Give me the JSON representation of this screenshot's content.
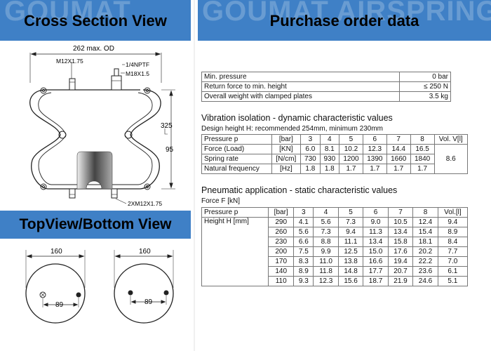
{
  "banners": {
    "cross_section": {
      "watermark": "GOUMAT",
      "title": "Cross Section View"
    },
    "purchase": {
      "watermark": "GOUMAT AIRSPRING",
      "title": "Purchase order data"
    },
    "top_view": {
      "title": "TopView/Bottom View"
    }
  },
  "cross_section": {
    "od_label": "262 max. OD",
    "bolt_top": "M12X1.75",
    "port": "1/4NPTF",
    "bolt_m18": "M18X1.5",
    "height_max": "325",
    "height_min": "95",
    "bolts_bottom": "2XM12X1.75"
  },
  "top_views": [
    {
      "diameter": "160",
      "spacing": "89"
    },
    {
      "diameter": "160",
      "spacing": "89"
    }
  ],
  "basic_table": [
    {
      "label": "Min. pressure",
      "value": "0 bar"
    },
    {
      "label": "Return force to min. height",
      "value": "≤ 250 N"
    },
    {
      "label": "Overall weight with clamped plates",
      "value": "3.5 kg"
    }
  ],
  "vibration": {
    "title": "Vibration isolation - dynamic characteristic values",
    "subtitle": "Design height H: recommended 254mm, minimum 230mm",
    "header": {
      "label": "Pressure p",
      "unit": "[bar]",
      "cols": [
        "3",
        "4",
        "5",
        "6",
        "7",
        "8"
      ],
      "vol": "Vol. V[l]"
    },
    "rows": [
      {
        "label": "Force (Load)",
        "unit": "[KN]",
        "values": [
          "6.0",
          "8.1",
          "10.2",
          "12.3",
          "14.4",
          "16.5"
        ]
      },
      {
        "label": "Spring rate",
        "unit": "[N/cm]",
        "values": [
          "730",
          "930",
          "1200",
          "1390",
          "1660",
          "1840"
        ]
      },
      {
        "label": "Natural frequency",
        "unit": "[Hz]",
        "values": [
          "1.8",
          "1.8",
          "1.7",
          "1.7",
          "1.7",
          "1.7"
        ]
      }
    ],
    "vol_value": "8.6"
  },
  "pneumatic": {
    "title": "Pneumatic application - static characteristic values",
    "subtitle": "Force F [kN]",
    "header": {
      "label": "Pressure p",
      "unit": "[bar]",
      "cols": [
        "3",
        "4",
        "5",
        "6",
        "7",
        "8"
      ],
      "vol": "Vol.[l]"
    },
    "row_label": "Height H [mm]",
    "rows": [
      {
        "height": "290",
        "values": [
          "4.1",
          "5.6",
          "7.3",
          "9.0",
          "10.5",
          "12.4"
        ],
        "vol": "9.4"
      },
      {
        "height": "260",
        "values": [
          "5.6",
          "7.3",
          "9.4",
          "11.3",
          "13.4",
          "15.4"
        ],
        "vol": "8.9"
      },
      {
        "height": "230",
        "values": [
          "6.6",
          "8.8",
          "11.1",
          "13.4",
          "15.8",
          "18.1"
        ],
        "vol": "8.4"
      },
      {
        "height": "200",
        "values": [
          "7.5",
          "9.9",
          "12.5",
          "15.0",
          "17.6",
          "20.2"
        ],
        "vol": "7.7"
      },
      {
        "height": "170",
        "values": [
          "8.3",
          "11.0",
          "13.8",
          "16.6",
          "19.4",
          "22.2"
        ],
        "vol": "7.0"
      },
      {
        "height": "140",
        "values": [
          "8.9",
          "11.8",
          "14.8",
          "17.7",
          "20.7",
          "23.6"
        ],
        "vol": "6.1"
      },
      {
        "height": "110",
        "values": [
          "9.3",
          "12.3",
          "15.6",
          "18.7",
          "21.9",
          "24.6"
        ],
        "vol": "5.1"
      }
    ]
  }
}
